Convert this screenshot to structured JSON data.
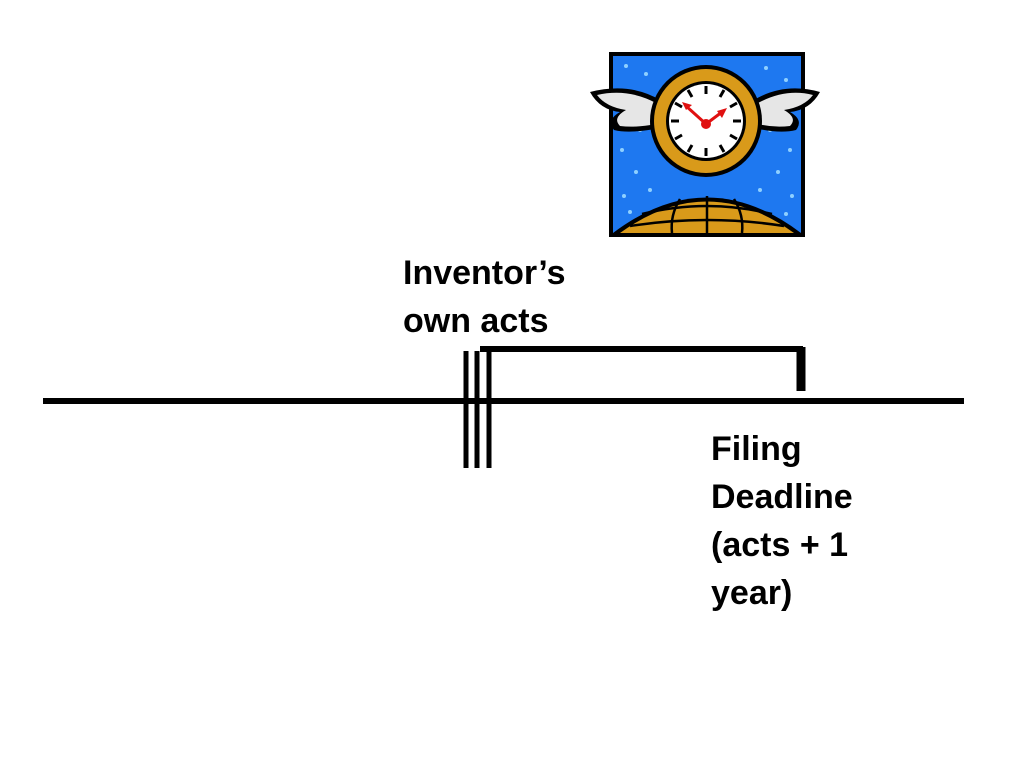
{
  "labels": {
    "acts": [
      "Inventor’s",
      "own acts"
    ],
    "deadline": [
      "Filing",
      "Deadline",
      "(acts + 1",
      "year)"
    ]
  },
  "colors": {
    "line": "#000000",
    "clip_background": "#1e78f0",
    "clip_dots": "#8fd0ff",
    "clock_gold": "#d99a1a",
    "clock_hands": "#e01010",
    "wings": "#e6e6e6"
  },
  "clipart": {
    "icon": "flying-clock-over-globe-icon"
  }
}
